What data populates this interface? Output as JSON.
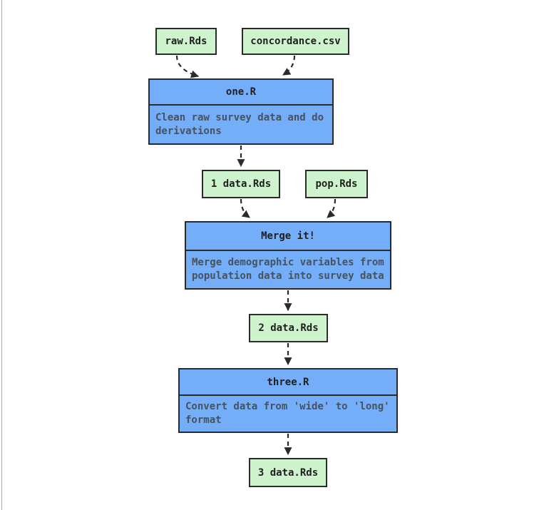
{
  "diagram": {
    "kind": "data-pipeline-flowchart",
    "colors": {
      "data_node_fill": "#cef4ce",
      "script_node_fill": "#74aef8",
      "node_border": "#2b2b2b",
      "edge_color": "#2b2b2b",
      "label_text": "#1f1f1f",
      "description_text": "#47525e",
      "page_edge_line": "#a9a9a9",
      "background": "#ffffff"
    },
    "nodes": {
      "raw": {
        "label": "raw.Rds",
        "type": "data"
      },
      "concordance": {
        "label": "concordance.csv",
        "type": "data"
      },
      "one": {
        "label": "one.R",
        "type": "script",
        "description": "Clean raw survey data and do derivations"
      },
      "data1": {
        "label": "1 data.Rds",
        "type": "data"
      },
      "pop": {
        "label": "pop.Rds",
        "type": "data"
      },
      "merge": {
        "label": "Merge it!",
        "type": "script",
        "description": "Merge demographic variables from population data into survey data"
      },
      "data2": {
        "label": "2 data.Rds",
        "type": "data"
      },
      "three": {
        "label": "three.R",
        "type": "script",
        "description": "Convert data from 'wide' to 'long' format"
      },
      "data3": {
        "label": "3 data.Rds",
        "type": "data"
      }
    },
    "edges": [
      {
        "from": "raw.Rds",
        "to": "one.R",
        "style": "dashed"
      },
      {
        "from": "concordance.csv",
        "to": "one.R",
        "style": "dashed"
      },
      {
        "from": "one.R",
        "to": "1 data.Rds",
        "style": "dashed"
      },
      {
        "from": "1 data.Rds",
        "to": "Merge it!",
        "style": "dashed"
      },
      {
        "from": "pop.Rds",
        "to": "Merge it!",
        "style": "dashed"
      },
      {
        "from": "Merge it!",
        "to": "2 data.Rds",
        "style": "dashed"
      },
      {
        "from": "2 data.Rds",
        "to": "three.R",
        "style": "dashed"
      },
      {
        "from": "three.R",
        "to": "3 data.Rds",
        "style": "dashed"
      }
    ]
  }
}
